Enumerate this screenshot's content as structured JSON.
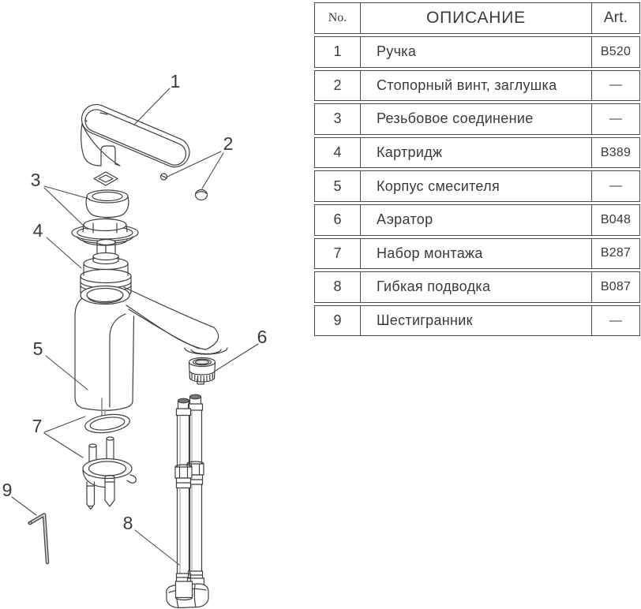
{
  "table": {
    "headers": {
      "no": "No.",
      "description": "ОПИСАНИЕ",
      "art": "Art."
    },
    "rows": [
      {
        "no": "1",
        "description": "Ручка",
        "art": "B520"
      },
      {
        "no": "2",
        "description": "Стопорный винт, заглушка",
        "art": "—"
      },
      {
        "no": "3",
        "description": "Резьбовое соединение",
        "art": "—"
      },
      {
        "no": "4",
        "description": "Картридж",
        "art": "B389"
      },
      {
        "no": "5",
        "description": "Корпус смесителя",
        "art": "—"
      },
      {
        "no": "6",
        "description": "Аэратор",
        "art": "B048"
      },
      {
        "no": "7",
        "description": "Набор монтажа",
        "art": "B287"
      },
      {
        "no": "8",
        "description": "Гибкая подводка",
        "art": "B087"
      },
      {
        "no": "9",
        "description": "Шестигранник",
        "art": "—"
      }
    ]
  },
  "callouts": [
    {
      "label": "1"
    },
    {
      "label": "2"
    },
    {
      "label": "3"
    },
    {
      "label": "4"
    },
    {
      "label": "5"
    },
    {
      "label": "6"
    },
    {
      "label": "7"
    },
    {
      "label": "8"
    },
    {
      "label": "9"
    }
  ],
  "colors": {
    "line": "#3f3f3f",
    "leader": "#4a4a4a",
    "table_border": "#4d4d4d",
    "text": "#3a3a3a",
    "hose_cap": "#777777"
  }
}
